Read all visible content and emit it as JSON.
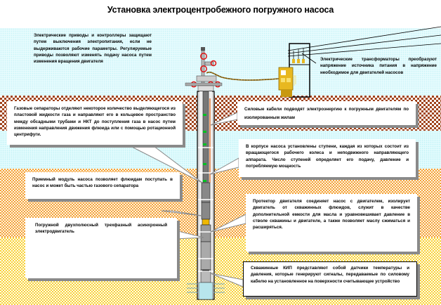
{
  "title": "Установка электроцентробежного погружного насоса",
  "annotations": {
    "controllers": "Электрические приводы и контроллеры защищают путем выключения электропитания, если не выдерживаются рабочие параметры. Регулируемые приводы позволяют изменять подачу насоса путем изменения вращения двигателя",
    "transformers": "Электрические трансформаторы преобразуют напряжение источника питания в напряжение необходимое для двигателей насосов",
    "gas_separator": "Газовые сепараторы отделяют некоторое количество выделяющегося из пластовой жидкости газа и направляют его в кольцевое пространство между обсадными трубами и НКТ до поступления газа в насос путем изменения направления движения флюида или с помощью ротационной центрифуги.",
    "power_cable": "Силовые кабели подводят электроэнергию к погружным двигателям по изолированным жилам",
    "pump_stages": "В корпусе насоса установлены ступени, каждая из которых состоит из вращающегося рабочего колеса и неподвижного направляющего аппарата. Число ступеней определяет его подачу, давление и потребляемую мощность",
    "intake": "Приемный модуль насоса позволяет флюидам поступать в насос и может быть частью газового сепаратора",
    "motor": "Погружной двухполюсный трехфазный асинхронный электродвигатель",
    "protector": "Протектор двигателя соединяет насос с двигателем, изолирует двигатель от скважинных флюидов, служит в качестве дополнительной емкости для масла и уравновешивает давление в стволе скважины и двигателе, а также позволяет маслу сжиматься и расширяться.",
    "sensors": "Скважинные КИП представляют собой датчики температуры и давления, которые генерируют сигналы, передаваемые по силовому кабелю на установленное на поверхности считывающее устройство"
  },
  "colors": {
    "clay": "#a0441d",
    "water": "#e2fbfd",
    "sand": "#f4a23a",
    "yellow_sand": "#f8d23c",
    "valve": "#e01010",
    "control_box": "#e8b820",
    "coupling": "#00c020",
    "cable": "#e06010"
  }
}
